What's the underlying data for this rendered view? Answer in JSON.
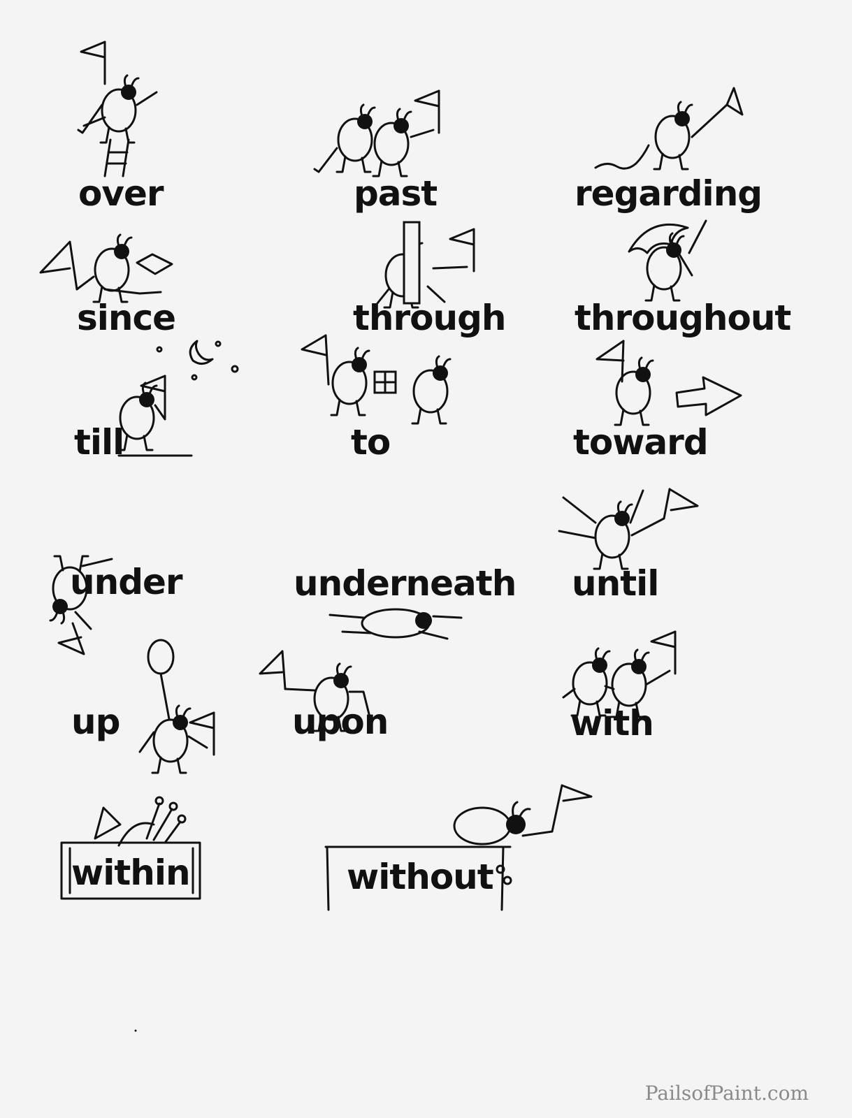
{
  "words": {
    "over": "over",
    "past": "past",
    "regarding": "regarding",
    "since": "since",
    "through": "through",
    "throughout": "throughout",
    "till": "till",
    "to": "to",
    "toward": "toward",
    "under": "under",
    "underneath": "underneath",
    "until": "until",
    "up": "up",
    "upon": "upon",
    "with": "with",
    "within": "within",
    "without": "without"
  },
  "watermark": "PailsofPaint.com",
  "icons": [
    "bug-climbing-ladder-icon",
    "two-bugs-walking-icon",
    "bug-with-worm-icon",
    "bug-reading-book-icon",
    "bug-through-post-icon",
    "bug-with-umbrella-icon",
    "bug-under-moon-icon",
    "bugs-giving-gift-icon",
    "bug-with-arrow-icon",
    "bug-waving-arms-icon",
    "bug-upside-down-icon",
    "bug-lying-down-icon",
    "bug-with-balloon-icon",
    "bug-sitting-icon",
    "two-bugs-holding-hands-icon",
    "bug-in-box-icon",
    "bug-on-box-icon"
  ],
  "colors": {
    "background": "#f4f4f4",
    "ink": "#111111",
    "watermark": "#8a8a8a"
  }
}
